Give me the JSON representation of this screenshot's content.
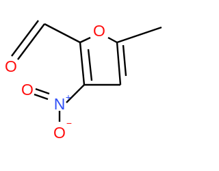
{
  "molecule": {
    "atoms": {
      "ring_oxygen": "O",
      "aldehyde_oxygen": "O",
      "nitro_nitrogen": "N",
      "nitro_nitrogen_charge": "+",
      "nitro_oxygen_double": "O",
      "nitro_oxygen_single": "O",
      "nitro_oxygen_single_charge": "−"
    },
    "colors": {
      "bond": "#000000",
      "oxygen": "#ff0d0d",
      "nitrogen": "#3050f8"
    }
  }
}
